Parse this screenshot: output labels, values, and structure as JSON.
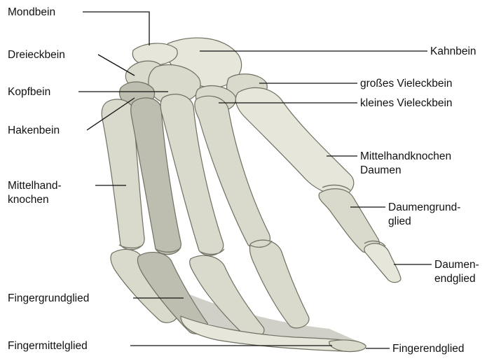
{
  "labels": {
    "mondbein": "Mondbein",
    "dreieckbein": "Dreieckbein",
    "kopfbein": "Kopfbein",
    "hakenbein": "Hakenbein",
    "mittelhand_line1": "Mittelhand-",
    "mittelhand_line2": "knochen",
    "fingergrundglied": "Fingergrundglied",
    "fingermittelglied": "Fingermittelglied",
    "kahnbein": "Kahnbein",
    "grosses_vieleckbein": "großes Vieleckbein",
    "kleines_vieleckbein": "kleines Vieleckbein",
    "mittelhand_daumen_line1": "Mittelhandknochen",
    "mittelhand_daumen_line2": "Daumen",
    "daumengrund_line1": "Daumengrund-",
    "daumengrund_line2": "glied",
    "daumenend_line1": "Daumen-",
    "daumenend_line2": "endglied",
    "fingerendglied": "Fingerendglied"
  },
  "colors": {
    "bone": "#d9d9cc",
    "bone_shadow": "#bebeb0",
    "label_text": "#111111"
  }
}
